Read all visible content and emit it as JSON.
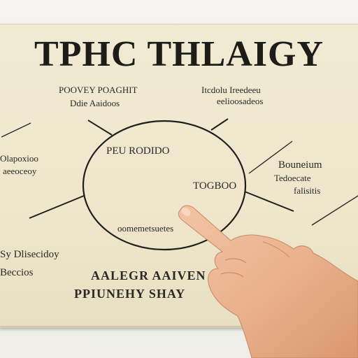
{
  "scene": {
    "title": "TPHC THLAIGY",
    "labels": {
      "top_left_line1": "POOVEY POAGHIT",
      "top_left_line2": "Ddie Aaidoos",
      "top_right_line1": "Itcdolu Ireedeeu",
      "top_right_line2": "eelioosadeos",
      "left_line1": "Olapoxioo",
      "left_line2": "aeeoceoy",
      "circle_top": "PEU RODIDO",
      "circle_right": "TOGBOO",
      "circle_bottom": "oomemetsuetes",
      "right_line1": "Bouneium",
      "right_line2": "Tedoecate",
      "right_line3": "falisitis",
      "bottom_left_line1": "Sy Dlisecidoy",
      "bottom_left_line2": "Beccios",
      "bottom_line1": "AALEGR AAIVEN",
      "bottom_line2": "PPIUNEHY SHAY"
    }
  }
}
